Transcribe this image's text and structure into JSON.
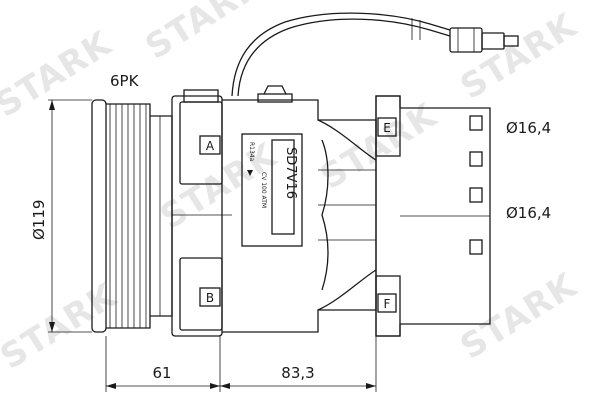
{
  "labels": {
    "belt": "6PK",
    "diameter": "Ø119",
    "width_pulley": "61",
    "width_body": "83,3",
    "port_upper": "Ø16,4",
    "port_lower": "Ø16,4",
    "model": "SD7V16",
    "refrigerant": "R134a",
    "port_a": "A",
    "port_b": "B",
    "port_e": "E",
    "port_f": "F",
    "plate_line": "CV 100 ATM"
  },
  "watermark": {
    "text": "STARK",
    "color": "#d3d3d3"
  }
}
